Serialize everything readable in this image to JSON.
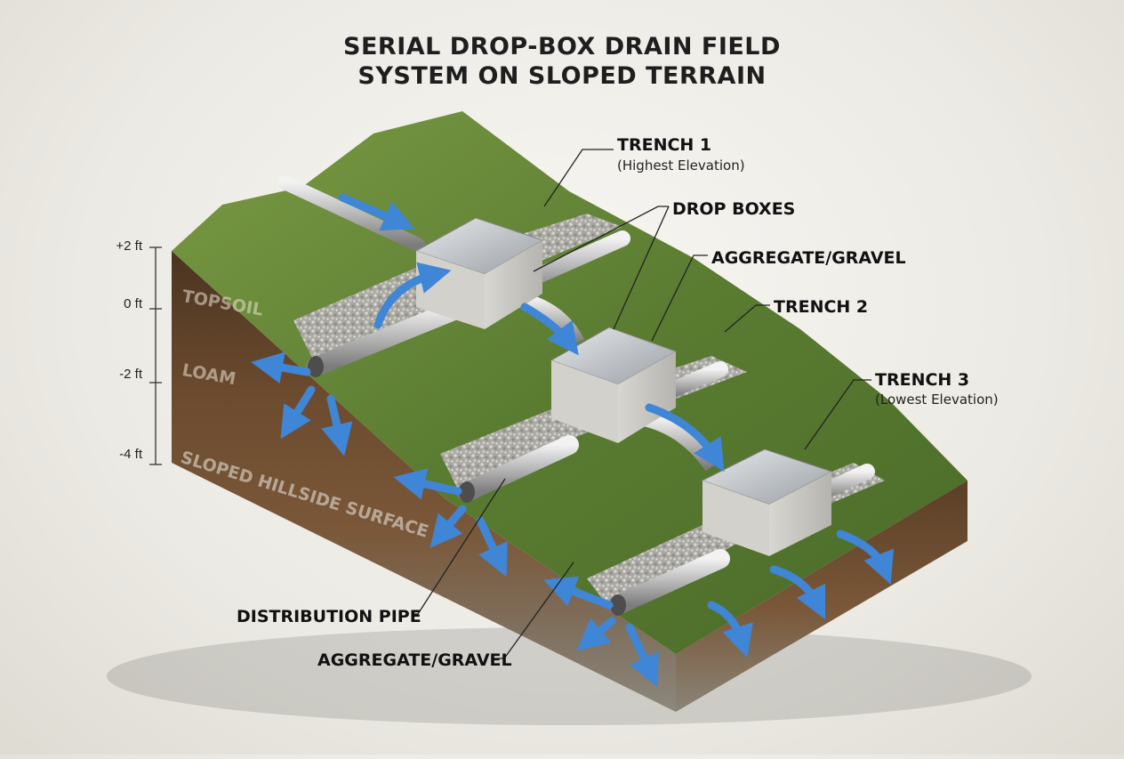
{
  "title": {
    "line1": "SERIAL DROP-BOX DRAIN FIELD",
    "line2": "SYSTEM ON SLOPED TERRAIN"
  },
  "labels": {
    "trench1": "TRENCH 1",
    "trench1_sub": "(Highest Elevation)",
    "drop_boxes": "DROP BOXES",
    "aggregate_top": "AGGREGATE/GRAVEL",
    "trench2": "TRENCH 2",
    "trench3": "TRENCH 3",
    "trench3_sub": "(Lowest Elevation)",
    "distribution_pipe": "DISTRIBUTION PIPE",
    "aggregate_bottom": "AGGREGATE/GRAVEL"
  },
  "layers": {
    "topsoil": "TOPSOIL",
    "loam": "LOAM",
    "hillside": "SLOPED HILLSIDE SURFACE"
  },
  "scale": {
    "ticks": [
      "+2 ft",
      "0 ft",
      "-2 ft",
      "-4 ft"
    ]
  },
  "colors": {
    "grass": "#5d7f34",
    "topsoil": "#6b4a2e",
    "loam": "#7a5738",
    "subsoil": "#8a8478",
    "gravel": "#b9b7b1",
    "concrete": "#c9c7c2",
    "flow_arrow": "#3f86d6"
  }
}
